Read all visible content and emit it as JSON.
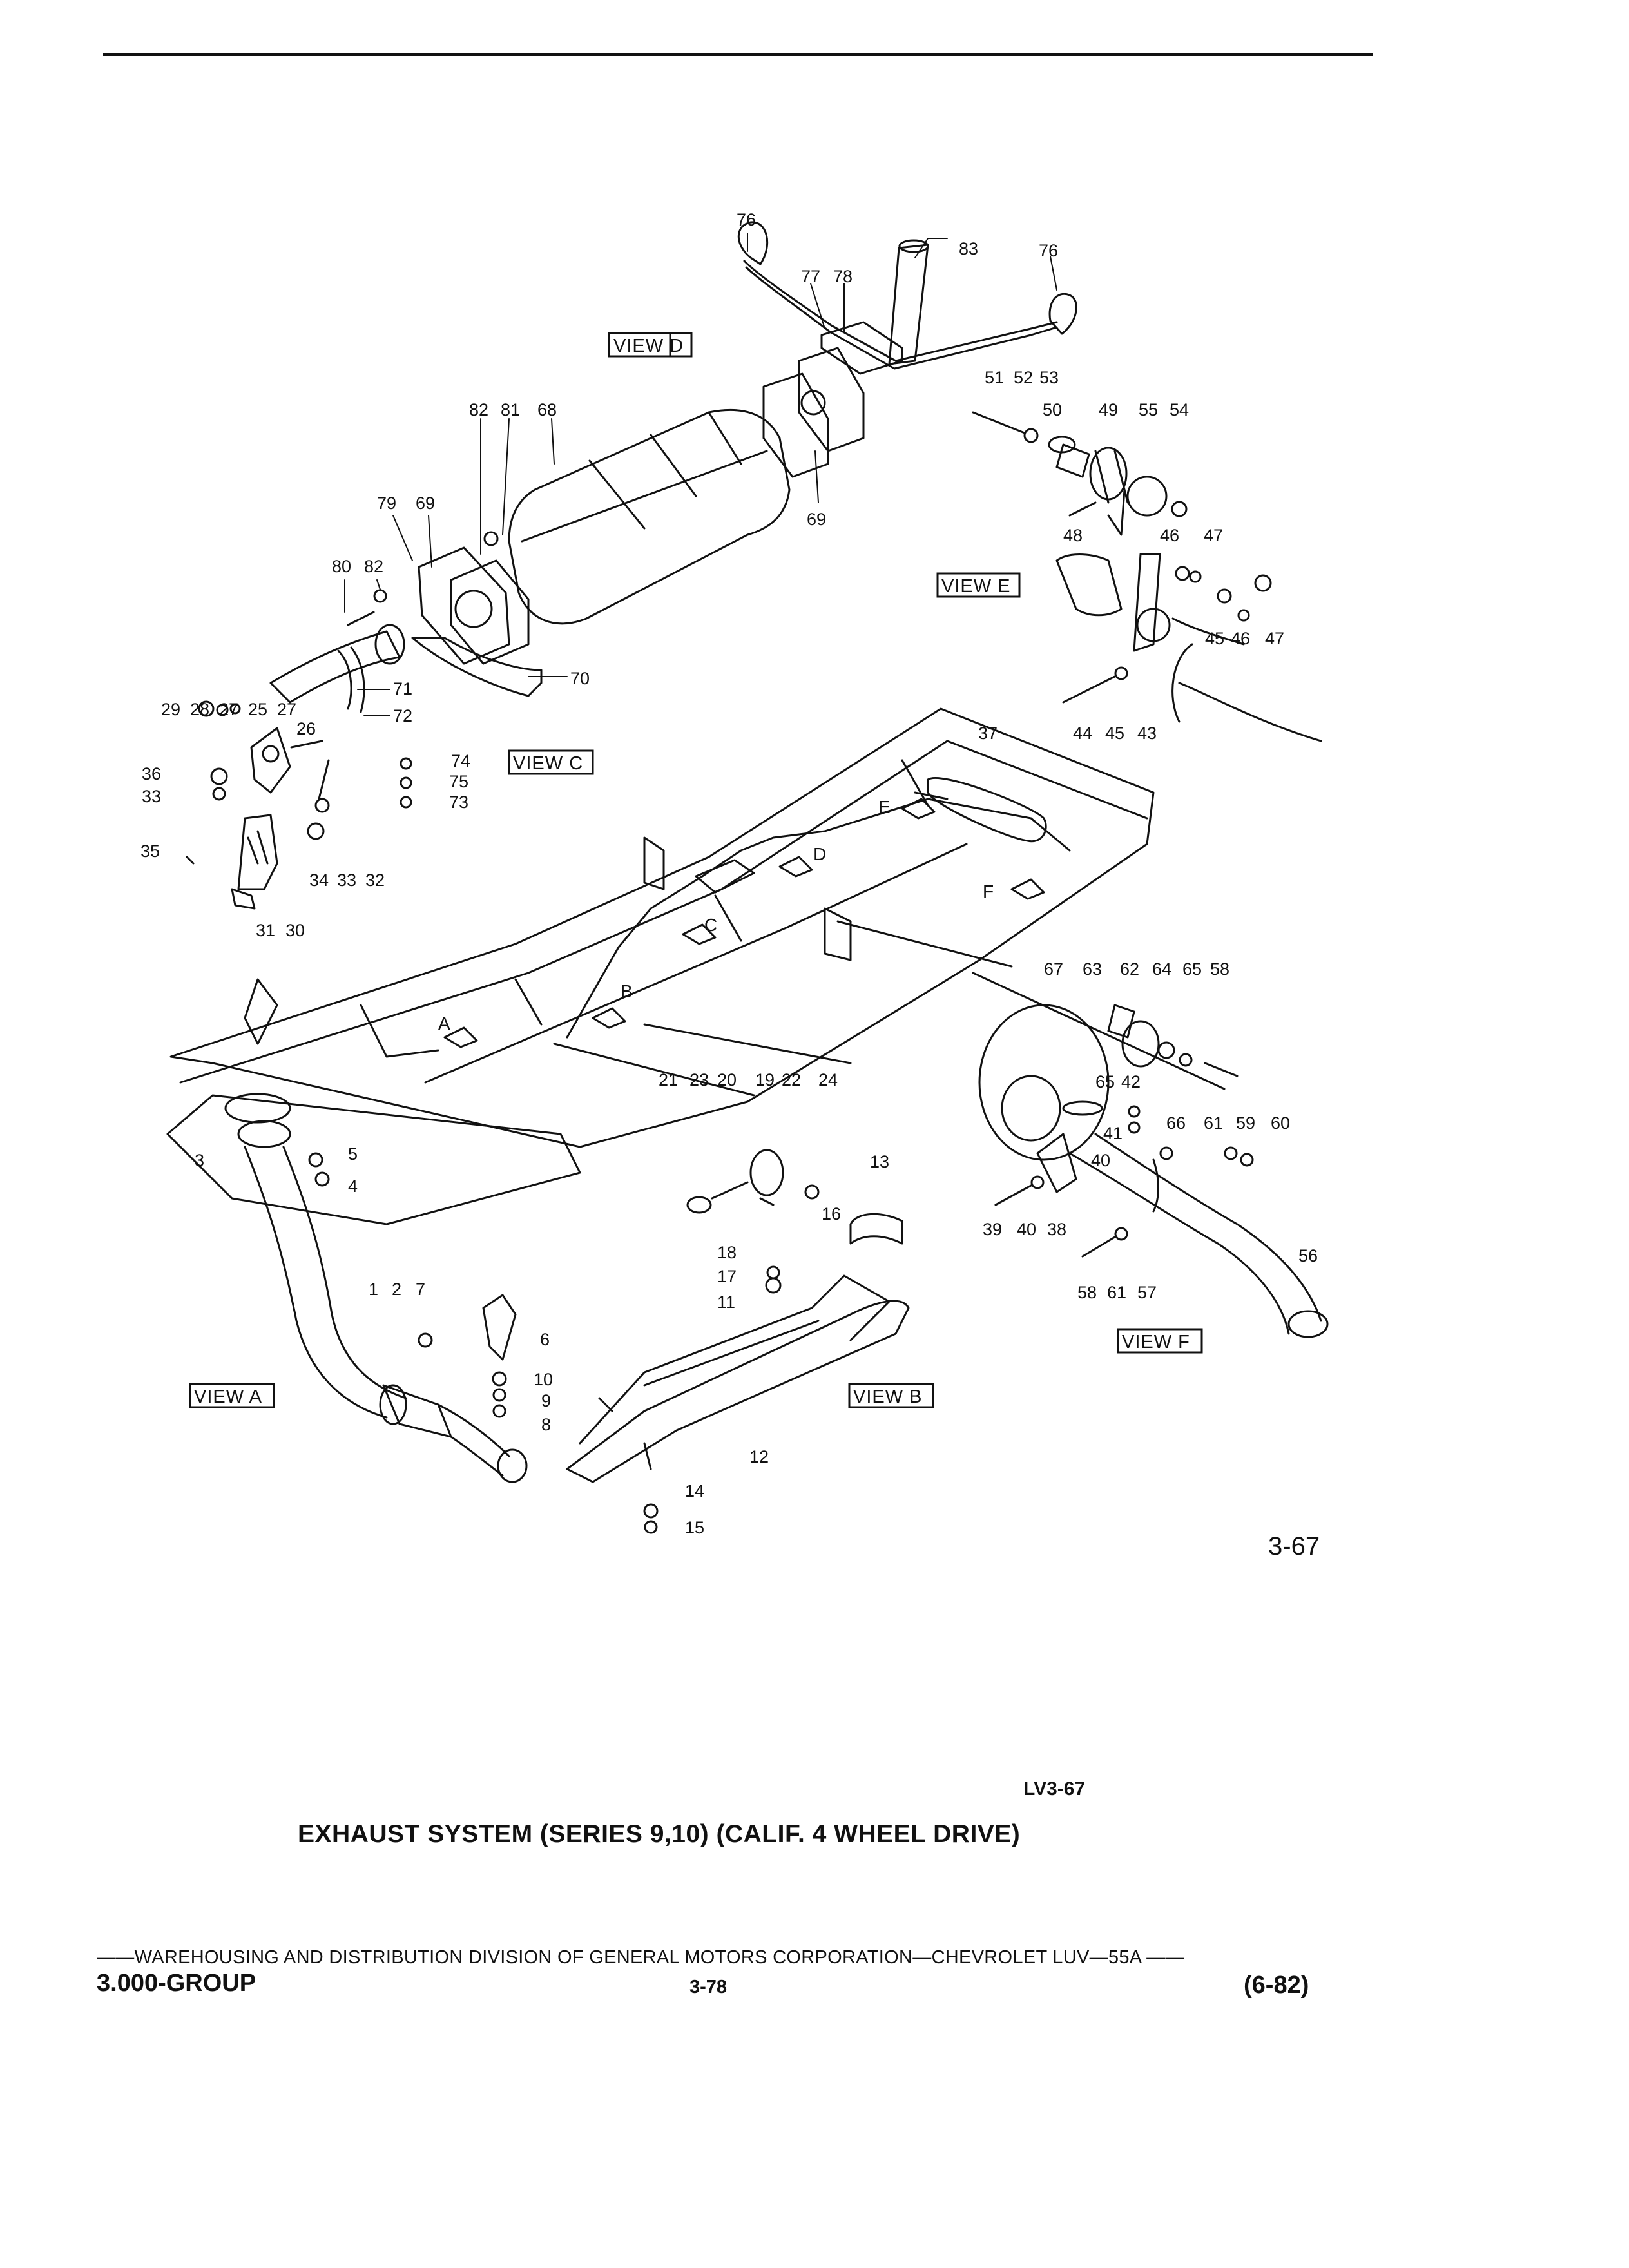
{
  "diagram": {
    "views": {
      "a": "VIEW A",
      "b": "VIEW B",
      "c": "VIEW C",
      "d": "VIEW D",
      "e": "VIEW E",
      "f": "VIEW F"
    },
    "frame_arrows": [
      "A",
      "B",
      "C",
      "D",
      "E",
      "F"
    ],
    "parts": {
      "view_d": [
        "76",
        "83",
        "76",
        "77",
        "78",
        "82",
        "81",
        "68",
        "79",
        "69",
        "69",
        "80",
        "82",
        "70",
        "71",
        "72"
      ],
      "view_e": [
        "51",
        "52",
        "53",
        "50",
        "49",
        "55",
        "54",
        "48",
        "46",
        "47",
        "45",
        "46",
        "47",
        "44",
        "45",
        "43"
      ],
      "view_c": [
        "29",
        "28",
        "27",
        "25",
        "27",
        "26",
        "36",
        "33",
        "35",
        "74",
        "75",
        "73",
        "34",
        "33",
        "32",
        "31",
        "30"
      ],
      "frame": [
        "37"
      ],
      "view_f": [
        "67",
        "63",
        "62",
        "64",
        "65",
        "58",
        "65",
        "42",
        "66",
        "61",
        "59",
        "60",
        "41",
        "40",
        "39",
        "40",
        "38",
        "56",
        "58",
        "61",
        "57"
      ],
      "view_b": [
        "21",
        "23",
        "20",
        "19",
        "22",
        "24",
        "16",
        "13",
        "18",
        "17",
        "11",
        "12",
        "14",
        "15"
      ],
      "view_a": [
        "3",
        "5",
        "4",
        "1",
        "2",
        "7",
        "6",
        "10",
        "9",
        "8"
      ]
    }
  },
  "figure_number": "3-67",
  "reference_code": "LV3-67",
  "caption": "EXHAUST SYSTEM (SERIES 9,10) (CALIF. 4 WHEEL DRIVE)",
  "footer": {
    "publisher_line": "——WAREHOUSING AND DISTRIBUTION  DIVISION OF GENERAL MOTORS CORPORATION—CHEVROLET LUV—55A  ——",
    "group": "3.000-GROUP",
    "page": "3-78",
    "date": "(6-82)"
  }
}
